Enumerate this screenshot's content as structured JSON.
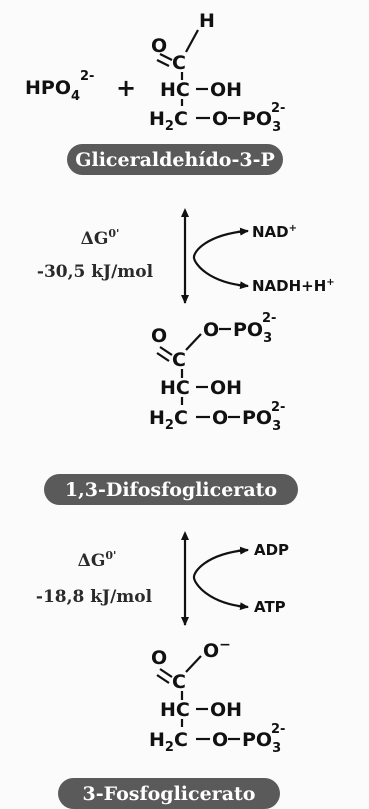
{
  "molecules": {
    "gap": {
      "phosphate_reactant": "HPO",
      "phosphate_sub": "4",
      "phosphate_sup": "2-",
      "plus": "+",
      "aldehyde_o": "O",
      "aldehyde_h": "H",
      "c1": "C",
      "c2_h": "H",
      "c2": "C",
      "c2_oh": "OH",
      "c3_h2": "H",
      "c3_sub": "2",
      "c3": "C",
      "link_o": "O",
      "po": "PO",
      "po_sub": "3",
      "po_sup": "2-",
      "label": "Gliceraldehído-3-P"
    },
    "bpg": {
      "carbonyl_o": "O",
      "ester_o": "O",
      "po_top": "PO",
      "po_top_sub": "3",
      "po_top_sup": "2-",
      "c1": "C",
      "c2_h": "H",
      "c2": "C",
      "c2_oh": "OH",
      "c3_h2": "H",
      "c3_sub": "2",
      "c3": "C",
      "link_o": "O",
      "po": "PO",
      "po_sub": "3",
      "po_sup": "2-",
      "label": "1,3-Difosfoglicerato"
    },
    "pg3": {
      "carbonyl_o": "O",
      "anion_o": "O",
      "anion_sup": "−",
      "c1": "C",
      "c2_h": "H",
      "c2": "C",
      "c2_oh": "OH",
      "c3_h2": "H",
      "c3_sub": "2",
      "c3": "C",
      "link_o": "O",
      "po": "PO",
      "po_sub": "3",
      "po_sup": "2-",
      "label": "3-Fosfoglicerato"
    }
  },
  "reactions": [
    {
      "delta_g": "ΔG",
      "delta_g_sup": "0'",
      "value": "-30,5 kJ/mol",
      "cofactor_in": "NAD",
      "cofactor_in_sup": "+",
      "cofactor_out": "NADH+H",
      "cofactor_out_sup": "+"
    },
    {
      "delta_g": "ΔG",
      "delta_g_sup": "0'",
      "value": "-18,8 kJ/mol",
      "cofactor_in": "ADP",
      "cofactor_in_sup": "",
      "cofactor_out": "ATP",
      "cofactor_out_sup": ""
    }
  ],
  "colors": {
    "label_bg": "#5a5a5a",
    "text": "#111111",
    "background": "#fbfbfb"
  }
}
